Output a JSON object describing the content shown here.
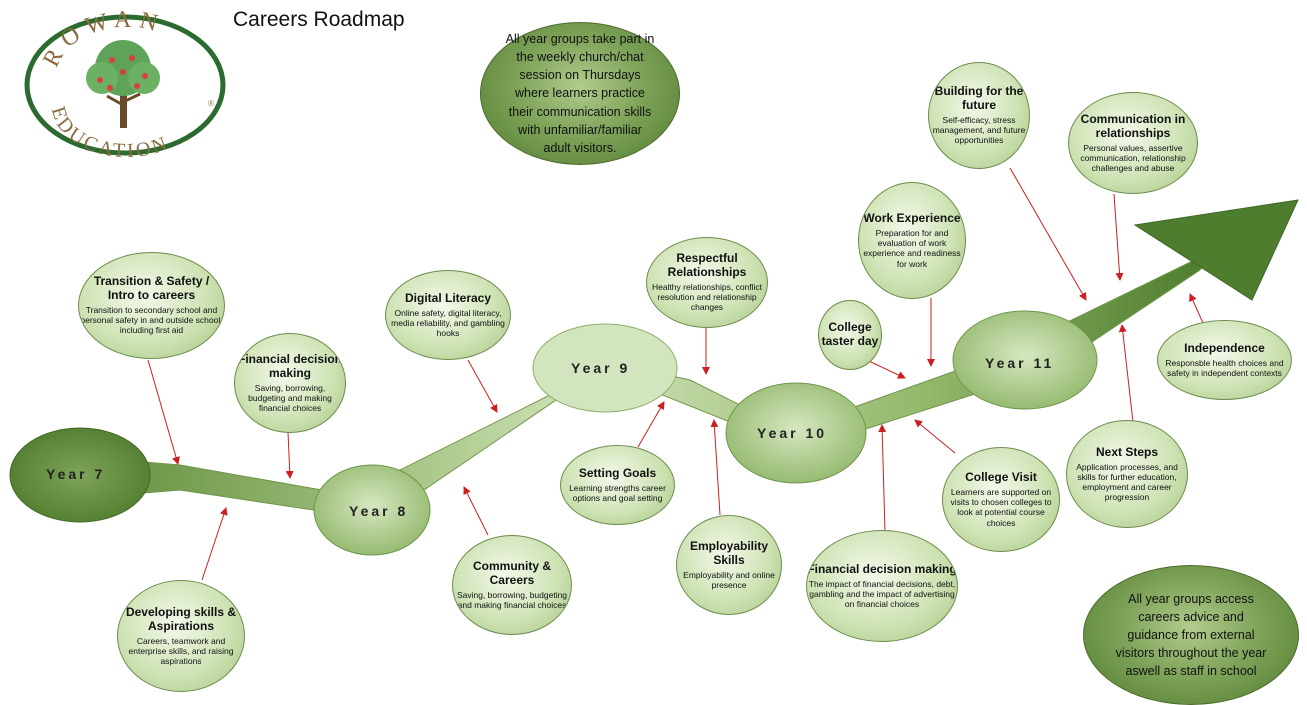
{
  "title": "Careers Roadmap",
  "logo": {
    "top_text": "ROWAN",
    "bottom_text": "EDUCATION",
    "mark": "®"
  },
  "years": {
    "y7": "Year 7",
    "y8": "Year 8",
    "y9": "Year 9",
    "y10": "Year 10",
    "y11": "Year 11"
  },
  "notes": {
    "weekly": "All year groups take part in the weekly church/chat session on Thursdays where learners practice their communication skills with unfamiliar/familiar adult visitors.",
    "advice": "All year groups access careers advice and guidance from external visitors throughout the year aswell as staff in school"
  },
  "topics": {
    "transition": {
      "title": "Transition & Safety / Intro to careers",
      "desc": "Transition to secondary school and personal safety in and outside school, including first aid"
    },
    "financial8": {
      "title": "Financial decision making",
      "desc": "Saving, borrowing, budgeting and making financial choices"
    },
    "developing": {
      "title": "Developing skills & Aspirations",
      "desc": "Careers, teamwork and enterprise skills, and raising aspirations"
    },
    "digital": {
      "title": "Digital Literacy",
      "desc": "Online safety, digital literacy, media reliability, and gambling hooks"
    },
    "community": {
      "title": "Community & Careers",
      "desc": "Saving, borrowing, budgeting and making financial choices"
    },
    "respectful": {
      "title": "Respectful Relationships",
      "desc": "Healthy relationships, conflict resolution and relationship changes"
    },
    "goals": {
      "title": "Setting Goals",
      "desc": "Learning strengths career options and goal setting"
    },
    "employability": {
      "title": "Employability Skills",
      "desc": "Employability and online presence"
    },
    "taster": {
      "title": "College taster day",
      "desc": ""
    },
    "work": {
      "title": "Work Experience",
      "desc": "Preparation for and evaluation of work experience and readiness for work"
    },
    "financial10": {
      "title": "Financial decision making",
      "desc": "The impact of financial decisions, debt, gambling and the impact of advertising on financial choices"
    },
    "visit": {
      "title": "College Visit",
      "desc": "Learners are supported on visits to chosen colleges to look at potential course choices"
    },
    "building": {
      "title": "Building for the future",
      "desc": "Self-efficacy, stress management, and future opportunities"
    },
    "communication": {
      "title": "Communication in relationships",
      "desc": "Personal values, assertive communication, relationship challenges and abuse"
    },
    "independence": {
      "title": "Independence",
      "desc": "Responsble health choices and safety in independent contexts"
    },
    "nextsteps": {
      "title": "Next Steps",
      "desc": "Application processes, and skills for further education, employment and career progression"
    }
  }
}
